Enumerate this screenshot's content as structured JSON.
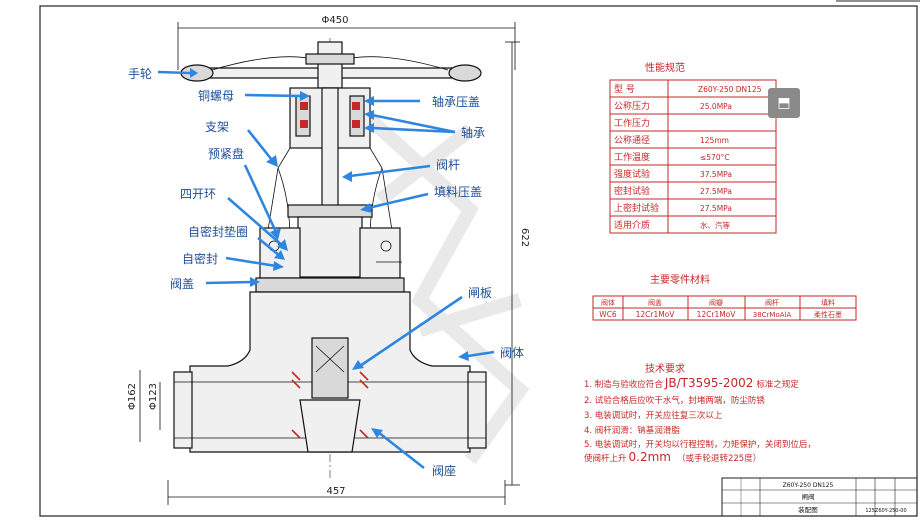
{
  "dimensions": {
    "top_width": "Φ450",
    "height": "622",
    "bottom_width": "457",
    "outer_dia": "Φ162",
    "inner_dia": "Φ123"
  },
  "callouts": [
    {
      "id": "handwheel",
      "text": "手轮"
    },
    {
      "id": "copper-nut",
      "text": "铜螺母"
    },
    {
      "id": "bracket",
      "text": "支架"
    },
    {
      "id": "preload-disc",
      "text": "预紧盘"
    },
    {
      "id": "four-split-ring",
      "text": "四开环"
    },
    {
      "id": "self-seal-gasket",
      "text": "自密封垫圈"
    },
    {
      "id": "self-seal",
      "text": "自密封"
    },
    {
      "id": "bonnet",
      "text": "阀盖"
    },
    {
      "id": "bearing-gland",
      "text": "轴承压盖"
    },
    {
      "id": "bearing",
      "text": "轴承"
    },
    {
      "id": "stem",
      "text": "阀杆"
    },
    {
      "id": "packing-gland",
      "text": "填料压盖"
    },
    {
      "id": "gate",
      "text": "闸板"
    },
    {
      "id": "body",
      "text": "阀体"
    },
    {
      "id": "seat",
      "text": "阀座"
    }
  ],
  "performance": {
    "title": "性能规范",
    "rows": [
      {
        "k": "型    号",
        "v": "Z60Y-250 DN125"
      },
      {
        "k": "公称压力",
        "v": "25.0MPa"
      },
      {
        "k": "工作压力",
        "v": ""
      },
      {
        "k": "公称通径",
        "v": "125mm"
      },
      {
        "k": "工作温度",
        "v": "≤570°C"
      },
      {
        "k": "强度试验",
        "v": "37.5MPa"
      },
      {
        "k": "密封试验",
        "v": "27.5MPa"
      },
      {
        "k": "上密封试验",
        "v": "27.5MPa"
      },
      {
        "k": "适用介质",
        "v": "水、汽等"
      }
    ]
  },
  "materials": {
    "title": "主要零件材料",
    "headers": [
      "阀体",
      "阀盖",
      "阀瓣",
      "阀杆",
      "填料"
    ],
    "values": [
      "WC6",
      "12Cr1MoV",
      "12Cr1MoV",
      "38CrMoAlA",
      "柔性石墨"
    ]
  },
  "tech": {
    "title": "技术要求",
    "items": [
      {
        "prefix": "1. 制造与验收应符合",
        "big": "JB/T3595-2002",
        "suffix": "标准之规定"
      },
      {
        "prefix": "2. 试验合格后应吹干水气，封堵两端，防尘防锈",
        "big": "",
        "suffix": ""
      },
      {
        "prefix": "3. 电装调试时，开关应往复三次以上",
        "big": "",
        "suffix": ""
      },
      {
        "prefix": "4. 阀杆润滑：钠基润滑脂",
        "big": "",
        "suffix": ""
      },
      {
        "prefix": "5. 电装调试时，开关均以行程控制，力矩保护，关闭到位后，",
        "big": "",
        "suffix": ""
      },
      {
        "prefix": "   使阀杆上升",
        "big": "0.2mm",
        "suffix": "（或手轮退转225度）"
      }
    ]
  },
  "title_block": {
    "model": "Z60Y-250 DN125",
    "name": "闸阀",
    "drawing": "装配图",
    "code": "125Z60Y-250-00"
  },
  "colors": {
    "arrow": "#2f86e0",
    "table_red": "#c62828",
    "label_blue": "#1f4f96"
  }
}
